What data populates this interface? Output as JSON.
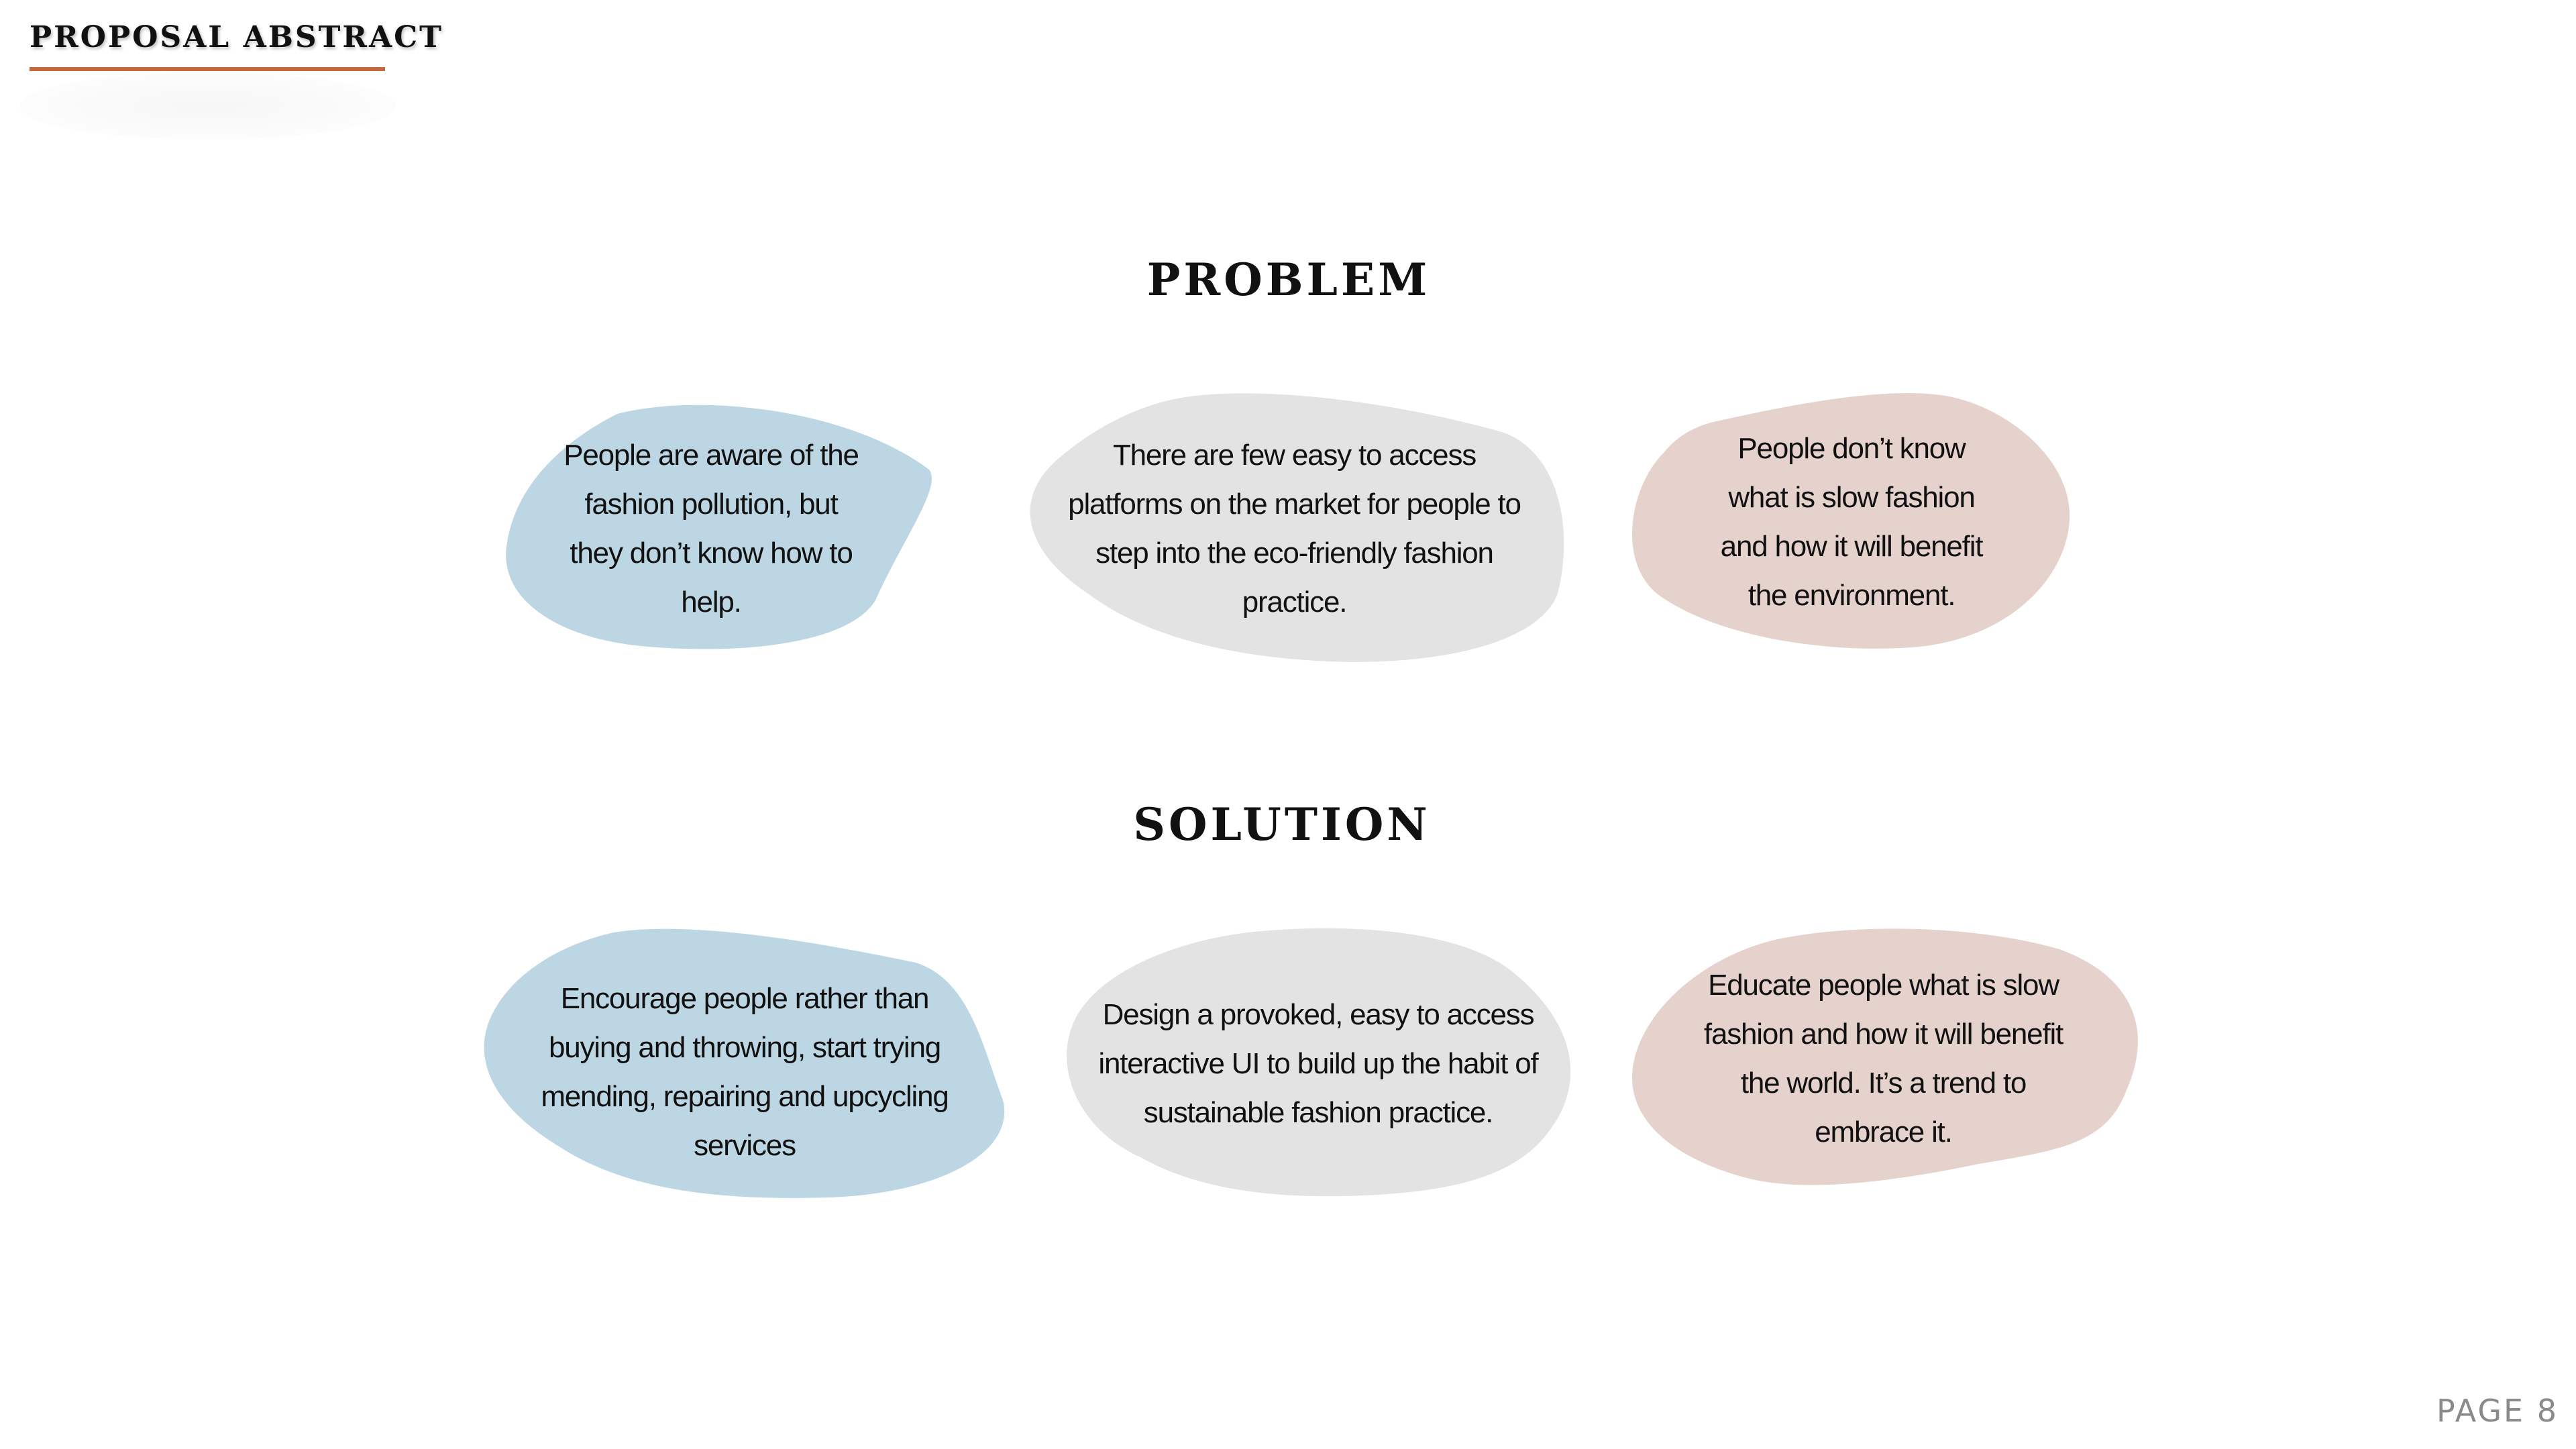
{
  "header": {
    "label": "PROPOSAL ABSTRACT",
    "underline_color": "#c26a3e"
  },
  "problem": {
    "title": "PROBLEM",
    "cards": [
      {
        "text": "People are aware of the fashion pollution, but they don’t know how to help.",
        "color": "#bcd6e3"
      },
      {
        "text": "There are few easy to access platforms on the market for people to step into the eco-friendly fashion practice.",
        "color": "#e3e3e3"
      },
      {
        "text": "People don’t know what is slow fashion and how it will benefit the environment.",
        "color": "#e6d2cd"
      }
    ]
  },
  "solution": {
    "title": "SOLUTION",
    "cards": [
      {
        "text": "Encourage people rather than buying and throwing, start trying mending, repairing and upcycling services",
        "color": "#bcd6e3"
      },
      {
        "text": "Design a provoked,  easy to access interactive UI to build up the habit of sustainable fashion practice.",
        "color": "#e3e3e3"
      },
      {
        "text": "Educate people what is slow fashion and how it will benefit the world. It’s a trend to embrace it.",
        "color": "#e6d2cd"
      }
    ]
  },
  "footer": {
    "page_label": "PAGE 8"
  }
}
